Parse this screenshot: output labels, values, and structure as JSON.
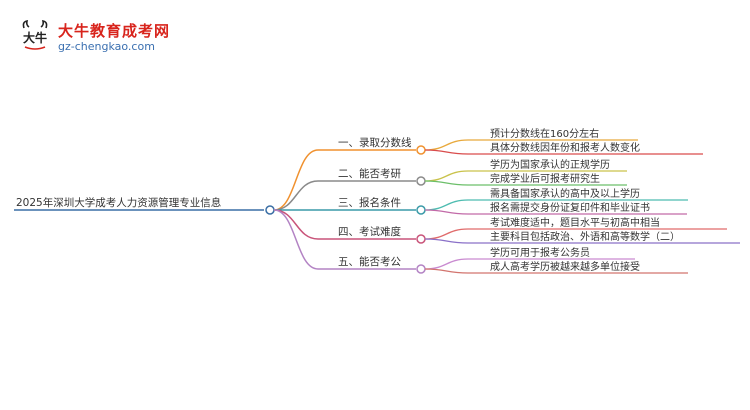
{
  "logo": {
    "title": "大牛教育成考网",
    "url": "gz-chengkao.com",
    "mark_text": "大牛"
  },
  "root": {
    "label": "2025年深圳大学成考人力资源管理专业信息",
    "color": "#3a6ea5"
  },
  "branches": [
    {
      "label": "一、录取分数线",
      "color": "#f0912f",
      "children": [
        {
          "label": "预计分数线在160分左右",
          "color": "#e8a93c"
        },
        {
          "label": "具体分数线因年份和报考人数变化",
          "color": "#d94c4c"
        }
      ]
    },
    {
      "label": "二、能否考研",
      "color": "#8a8a8a",
      "children": [
        {
          "label": "学历为国家承认的正规学历",
          "color": "#c9c24a"
        },
        {
          "label": "完成学业后可报考研究生",
          "color": "#6cbf6a"
        }
      ]
    },
    {
      "label": "三、报名条件",
      "color": "#3a9aa8",
      "children": [
        {
          "label": "需具备国家承认的高中及以上学历",
          "color": "#4dbcb0"
        },
        {
          "label": "报名需提交身份证复印件和毕业证书",
          "color": "#c26aa8"
        }
      ]
    },
    {
      "label": "四、考试难度",
      "color": "#c9547a",
      "children": [
        {
          "label": "考试难度适中，题目水平与初高中相当",
          "color": "#e06b6b"
        },
        {
          "label": "主要科目包括政治、外语和高等数学（二）",
          "color": "#8a70c8"
        }
      ]
    },
    {
      "label": "五、能否考公",
      "color": "#b383c4",
      "children": [
        {
          "label": "学历可用于报考公务员",
          "color": "#c98ad0"
        },
        {
          "label": "成人高考学历被越来越多单位接受",
          "color": "#d2746e"
        }
      ]
    }
  ]
}
